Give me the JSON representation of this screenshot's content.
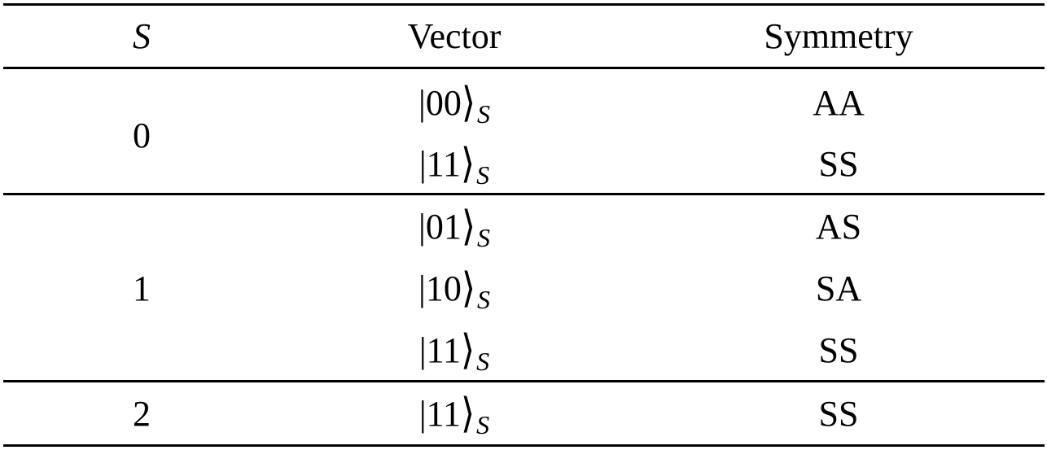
{
  "table": {
    "headers": {
      "s": "S",
      "vector": "Vector",
      "symmetry": "Symmetry"
    },
    "groups": [
      {
        "s": "0",
        "rows": [
          {
            "ket": "00",
            "subscript": "S",
            "symmetry": "AA"
          },
          {
            "ket": "11",
            "subscript": "S",
            "symmetry": "SS"
          }
        ]
      },
      {
        "s": "1",
        "rows": [
          {
            "ket": "01",
            "subscript": "S",
            "symmetry": "AS"
          },
          {
            "ket": "10",
            "subscript": "S",
            "symmetry": "SA"
          },
          {
            "ket": "11",
            "subscript": "S",
            "symmetry": "SS"
          }
        ]
      },
      {
        "s": "2",
        "rows": [
          {
            "ket": "11",
            "subscript": "S",
            "symmetry": "SS"
          }
        ]
      }
    ],
    "ket_open": "|",
    "ket_close": "⟩"
  }
}
